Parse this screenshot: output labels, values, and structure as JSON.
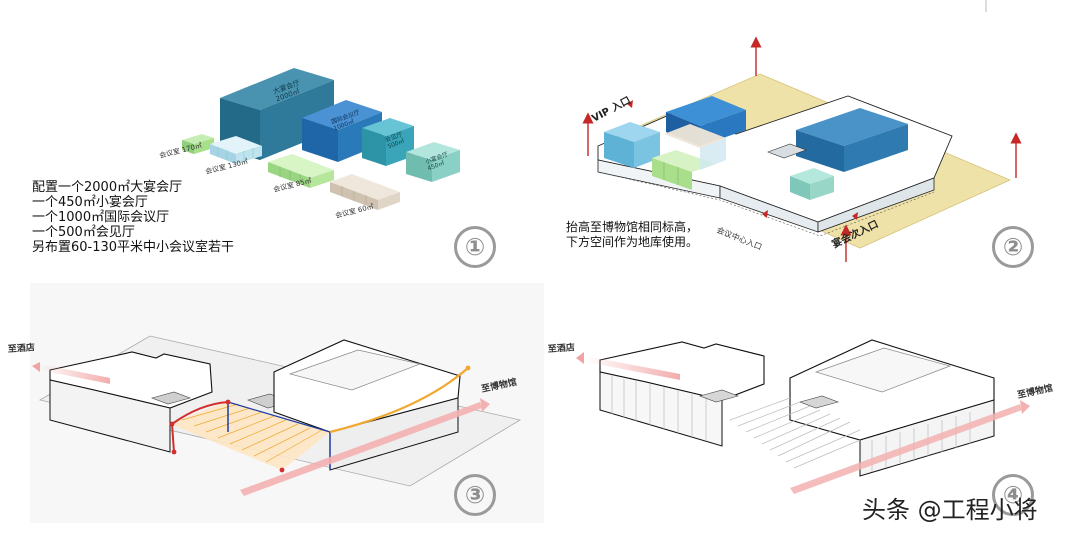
{
  "panel1": {
    "rooms": {
      "banquet_big": "大宴会厅\n2000㎡",
      "intl_conf": "国际会议厅\n1000㎡",
      "reception": "会见厅\n500㎡",
      "banquet_small": "小宴会厅\n450㎡",
      "meet170": "会议室 170㎡",
      "meet130": "会议室 130㎡",
      "meet85": "会议室 85㎡",
      "meet60": "会议室 60㎡"
    },
    "caption": [
      "配置一个2000㎡大宴会厅",
      "一个450㎡小宴会厅",
      "一个1000㎡国际会议厅",
      "一个500㎡会见厅",
      "另布置60-130平米中小会议室若干"
    ],
    "number": "①"
  },
  "panel2": {
    "labels": {
      "vip": "VIP 入口",
      "meeting": "会议中心入口",
      "banquet": "宴会次入口"
    },
    "caption": [
      "抬高至博物馆相同标高，",
      "下方空间作为地库使用。"
    ],
    "number": "②"
  },
  "panel3": {
    "labels": {
      "left": "至酒店",
      "right": "至博物馆"
    },
    "number": "③"
  },
  "panel4": {
    "labels": {
      "left": "至酒店",
      "right": "至博物馆"
    },
    "number": "④"
  },
  "watermark": "头条 @工程小将",
  "colors": {
    "banquet": "#2f7a9a",
    "conference": "#2a79b9",
    "reception": "#3aa5b9",
    "small_banquet": "#8ad0c4",
    "green": "#a8e08a",
    "light_blue": "#bfe4f0",
    "beige": "#e0d6c8",
    "site": "#efe2a8",
    "arrow": "#c62828",
    "path": "#f1a3a3",
    "orange": "#f0a830"
  }
}
